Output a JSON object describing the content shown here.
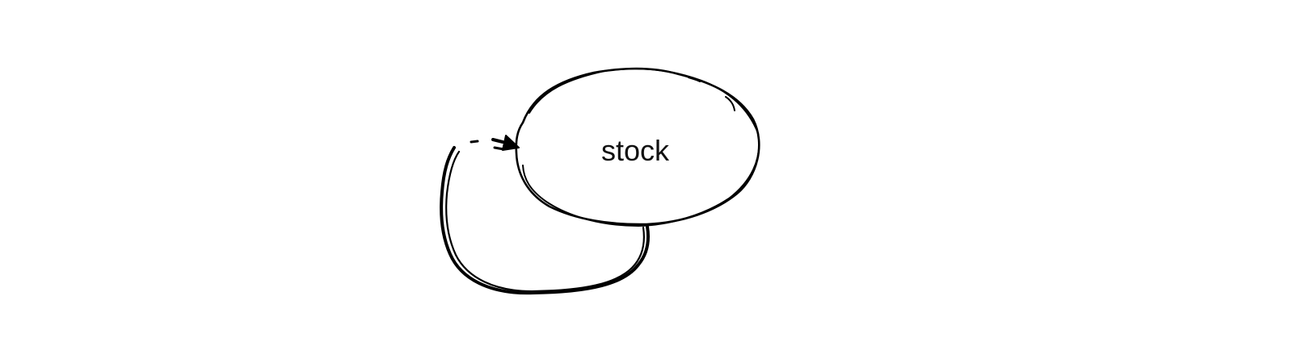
{
  "diagram": {
    "nodes": [
      {
        "id": "stock",
        "label": "stock"
      }
    ],
    "edges": [
      {
        "from": "stock",
        "to": "stock",
        "style": "hand-drawn",
        "type": "self-loop"
      }
    ]
  },
  "colors": {
    "stroke": "#000000",
    "background": "#ffffff"
  }
}
